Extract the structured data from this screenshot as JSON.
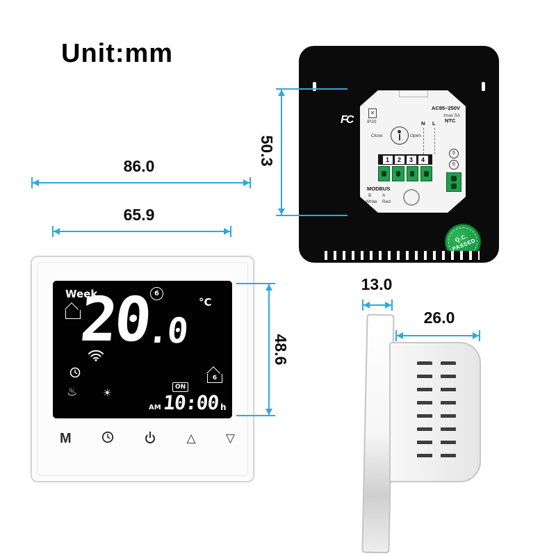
{
  "unit_label": "Unit:mm",
  "colors": {
    "dimension_blue": "#2fa8de",
    "qc_green": "#1fa348",
    "terminal_green": "#1fa04d",
    "screen_black": "#020202"
  },
  "dimensions": {
    "back_depth": "50.3",
    "front_width": "86.0",
    "screen_width": "65.9",
    "screen_height": "48.6",
    "panel_thickness": "13.0",
    "module_depth": "26.0"
  },
  "front_view": {
    "week_label": "Week",
    "day_badge": "6",
    "temp_integer": "20",
    "temp_decimal": ".0",
    "temp_unit": "°C",
    "meridiem": "AM",
    "time": "10:00",
    "time_unit": "h",
    "on_badge": "ON",
    "house_badge": "6",
    "button_m": "M",
    "up_glyph": "△",
    "down_glyph": "▽",
    "heat_glyph": "♨",
    "sun_glyph": "☀"
  },
  "back_view": {
    "fcc_logo": "FC",
    "voltage": "AC95~250V",
    "imax": "Imax 5A",
    "terminal_n": "N",
    "terminal_l": "L",
    "ntc": "NTC",
    "open_label": "Open",
    "close_label": "Close",
    "ip_rating": "IP20",
    "weee_mark": "✕",
    "terminals": [
      "1",
      "2",
      "3",
      "4"
    ],
    "aux_terminals": [
      "5",
      "6"
    ],
    "modbus": "MODBUS",
    "modbus_b": "B",
    "modbus_a": "A",
    "wire_white": "White",
    "wire_red": "Red",
    "qc_line1": "Q.C.",
    "qc_line2": "PASSED"
  }
}
